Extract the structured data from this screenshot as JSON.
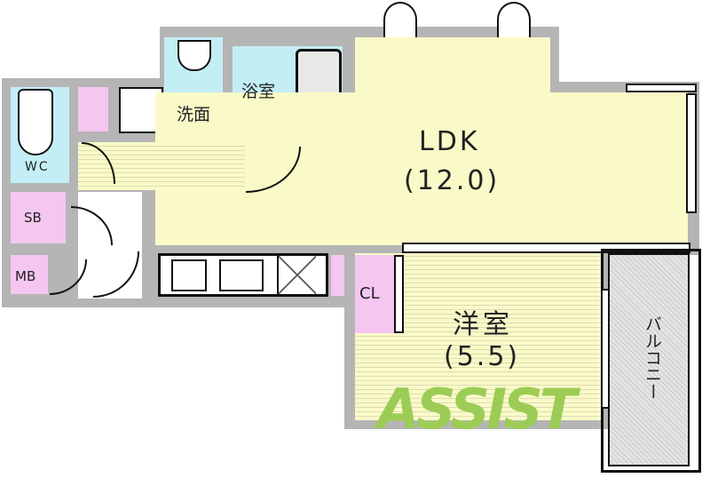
{
  "rooms": {
    "ldk": {
      "name": "LDK",
      "size": "(12.0)"
    },
    "western": {
      "name": "洋室",
      "size": "(5.5)"
    },
    "bath": {
      "name": "浴室"
    },
    "washroom": {
      "name": "洗面"
    },
    "toilet": {
      "name": "WC"
    },
    "shoe_box": {
      "name": "SB"
    },
    "meter_box": {
      "name": "MB"
    },
    "closet": {
      "name": "CL"
    },
    "balcony": {
      "name": "バルコニー"
    }
  },
  "watermark": {
    "text": "ASSIST",
    "color": "#9ccc55"
  },
  "colors": {
    "wall": "#b5b5b5",
    "wet_area": "#c3eef6",
    "storage": "#f5c6f0",
    "living": "#fafac8"
  }
}
